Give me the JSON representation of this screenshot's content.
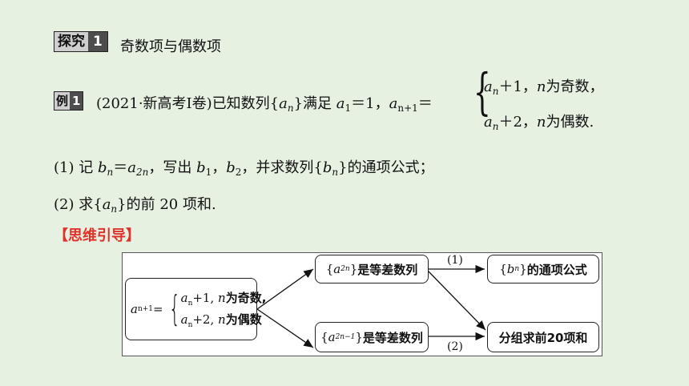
{
  "heading": {
    "badge_text": "探究",
    "badge_num": "1",
    "title": "奇数项与偶数项"
  },
  "example": {
    "badge_text": "例",
    "badge_num": "1",
    "source": "(2021·新高考Ⅰ卷)",
    "stmt_prefix": "已知数列{",
    "stmt_an": "a",
    "stmt_an_sub": "n",
    "stmt_suffix": "}满足",
    "cond_a1": "a",
    "cond_a1_sub": "1",
    "cond_a1_val": "＝1，",
    "rec_lhs": "a",
    "rec_lhs_sub": "n+1",
    "rec_eq": "＝",
    "case1_term": "a",
    "case1_sub": "n",
    "case1_rest": "＋1，",
    "case1_n": "n",
    "case1_cond": "为奇数，",
    "case2_term": "a",
    "case2_sub": "n",
    "case2_rest": "＋2，",
    "case2_n": "n",
    "case2_cond": "为偶数."
  },
  "question1": {
    "label": "(1)",
    "t1": "记",
    "bn": "b",
    "bn_sub": "n",
    "eq": "＝",
    "a2n": "a",
    "a2n_sub": "2n",
    "t2": "，写出",
    "b1": "b",
    "b1_sub": "1",
    "comma": "，",
    "b2": "b",
    "b2_sub": "2",
    "t3": "，并求数列{",
    "bn2": "b",
    "bn2_sub": "n",
    "t4": "}的通项公式；"
  },
  "question2": {
    "label": "(2)",
    "t1": "求{",
    "an": "a",
    "an_sub": "n",
    "t2": "}的前 20 项和."
  },
  "guide_title": "【思维引导】",
  "diagram": {
    "start_lhs": "a",
    "start_lhs_sub": "n+1",
    "start_eq": "=",
    "start_case1": "+1, ",
    "start_case1_n": "n",
    "start_case1_cond": "为奇数,",
    "start_case2": "+2, ",
    "start_case2_n": "n",
    "start_case2_cond": "为偶数",
    "start_term": "a",
    "start_term_sub": "n",
    "top_mid_open": "{",
    "top_mid_term": "a",
    "top_mid_sub": "2n",
    "top_mid_close": "}",
    "top_mid_text": "是等差数列",
    "bot_mid_open": "{",
    "bot_mid_term": "a",
    "bot_mid_sub": "2n−1",
    "bot_mid_close": "}",
    "bot_mid_text": "是等差数列",
    "top_right_open": "{",
    "top_right_term": "b",
    "top_right_sub": "n",
    "top_right_close": "}",
    "top_right_text": "的通项公式",
    "bot_right_text": "分组求前20项和",
    "label1": "(1)",
    "label2": "(2)"
  }
}
